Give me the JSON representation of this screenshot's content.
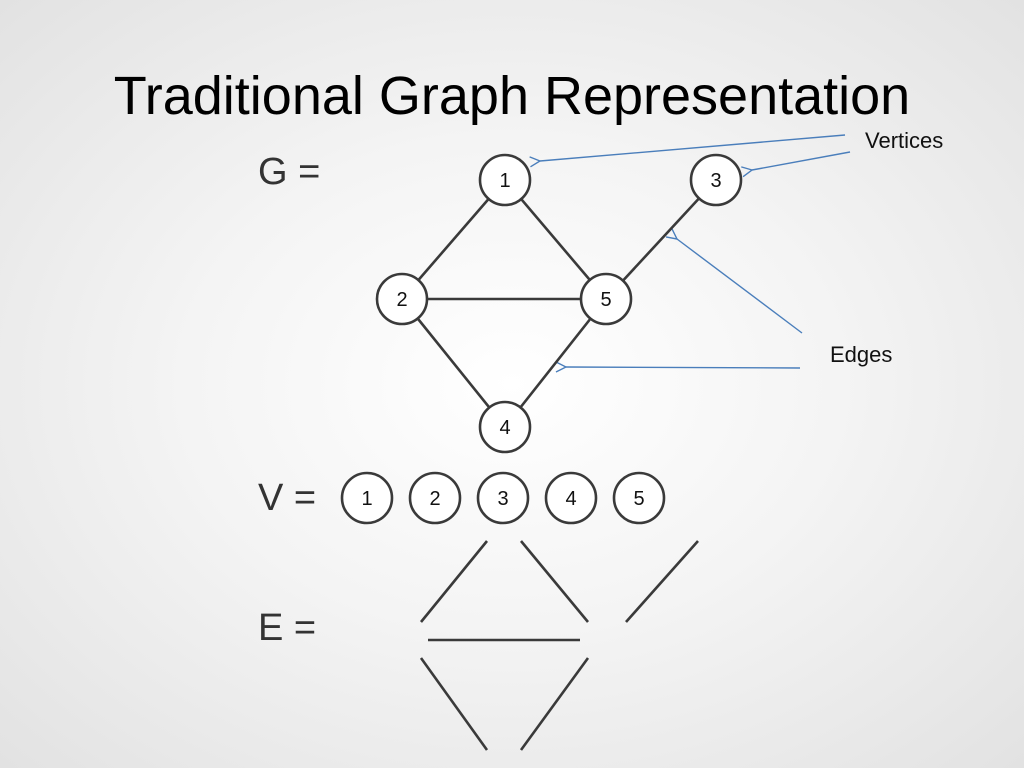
{
  "title": "Traditional Graph Representation",
  "labels": {
    "g": "G =",
    "v": "V =",
    "e": "E ="
  },
  "callouts": {
    "vertices": "Vertices",
    "edges": "Edges"
  },
  "graph": {
    "vertices": [
      "1",
      "2",
      "3",
      "4",
      "5"
    ],
    "edges": [
      [
        "1",
        "2"
      ],
      [
        "1",
        "5"
      ],
      [
        "2",
        "5"
      ],
      [
        "2",
        "4"
      ],
      [
        "4",
        "5"
      ],
      [
        "5",
        "3"
      ]
    ]
  },
  "vertex_set": [
    "1",
    "2",
    "3",
    "4",
    "5"
  ],
  "colors": {
    "edge": "#3a3a3a",
    "vertex_stroke": "#3a3a3a",
    "vertex_fill": "#ffffff",
    "arrow": "#4a7ebb"
  }
}
